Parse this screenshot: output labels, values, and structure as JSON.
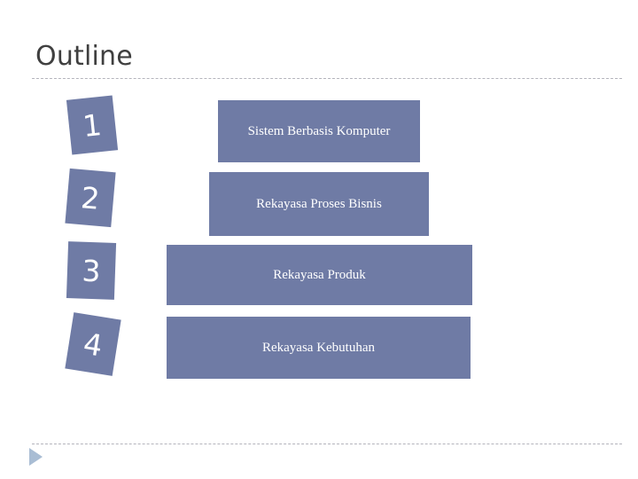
{
  "slide": {
    "title": "Outline",
    "accent_color": "#6f7ba5",
    "title_color": "#3f3f3f",
    "rule_color": "#b4b4bc",
    "nav_marker_color": "#a9bdd4",
    "background": "#ffffff"
  },
  "outline": {
    "items": [
      {
        "number": "1",
        "label": "Sistem Berbasis Komputer"
      },
      {
        "number": "2",
        "label": "Rekayasa Proses Bisnis"
      },
      {
        "number": "3",
        "label": "Rekayasa Produk"
      },
      {
        "number": "4",
        "label": "Rekayasa Kebutuhan"
      }
    ]
  },
  "footer": {
    "next_marker_icon": "play-triangle-icon"
  }
}
